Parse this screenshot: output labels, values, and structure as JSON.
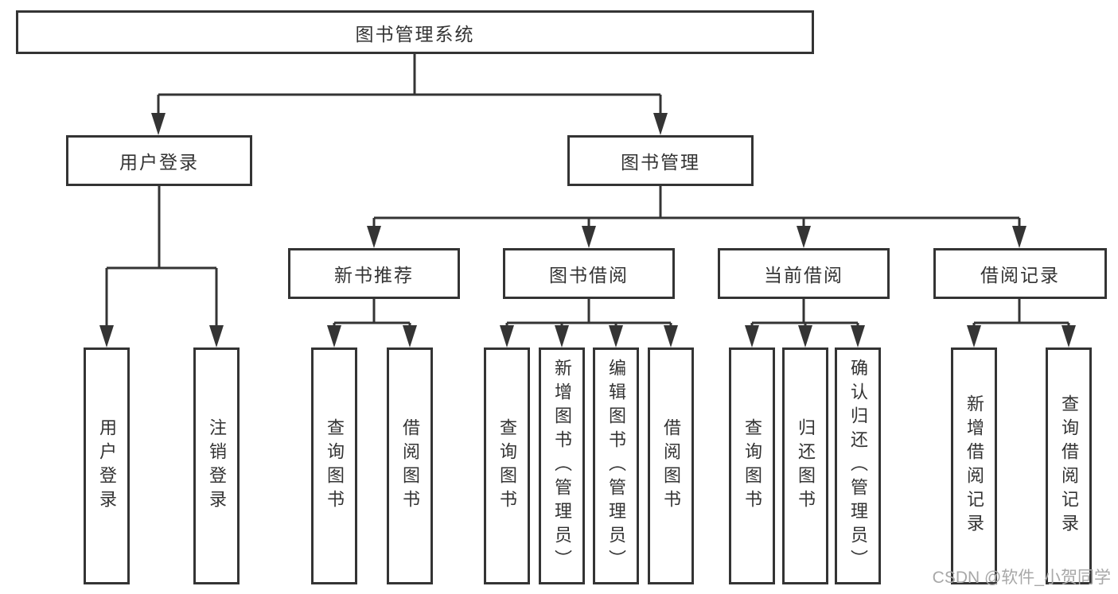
{
  "diagram": {
    "root": "图书管理系统",
    "l1": {
      "user_login": "用户登录",
      "book_mgmt": "图书管理"
    },
    "l2": {
      "new_books": "新书推荐",
      "book_borrow": "图书借阅",
      "current_borrow": "当前借阅",
      "borrow_records": "借阅记录"
    },
    "leaves": {
      "user_login": "用户登录",
      "logout": "注销登录",
      "query_books_a": "查询图书",
      "borrow_books_a": "借阅图书",
      "query_books_b": "查询图书",
      "add_books": "新增图书（管理员）",
      "edit_books": "编辑图书（管理员）",
      "borrow_books_b": "借阅图书",
      "query_books_c": "查询图书",
      "return_books": "归还图书",
      "confirm_return": "确认归还（管理员）",
      "add_borrow_record": "新增借阅记录",
      "query_borrow_record": "查询借阅记录"
    }
  },
  "watermark": "CSDN @软件_小贺同学",
  "colors": {
    "line": "#343434",
    "text": "#333333",
    "watermark": "#a8a8a8",
    "background": "#ffffff"
  }
}
